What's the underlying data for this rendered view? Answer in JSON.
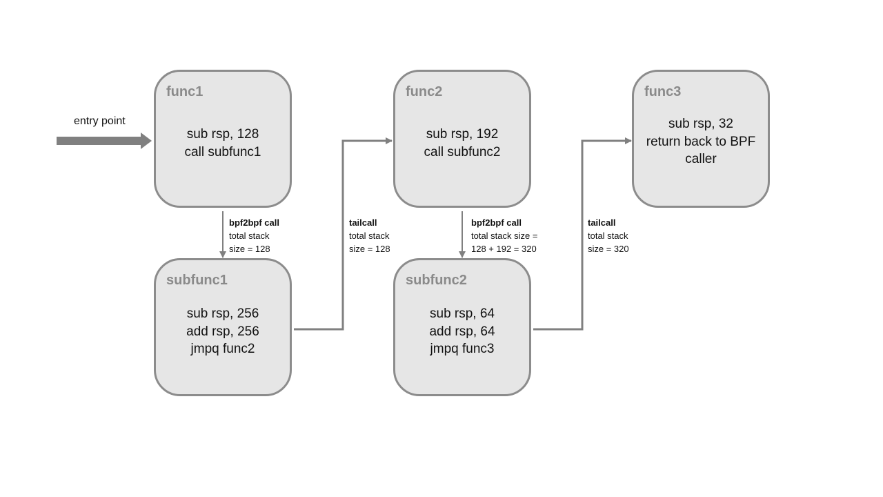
{
  "entry_label": "entry point",
  "boxes": {
    "func1": {
      "title": "func1",
      "lines": [
        "sub rsp, 128",
        "call subfunc1"
      ]
    },
    "subfunc1": {
      "title": "subfunc1",
      "lines": [
        "sub rsp, 256",
        "add rsp, 256",
        "jmpq func2"
      ]
    },
    "func2": {
      "title": "func2",
      "lines": [
        "sub rsp, 192",
        "call subfunc2"
      ]
    },
    "subfunc2": {
      "title": "subfunc2",
      "lines": [
        "sub rsp, 64",
        "add rsp, 64",
        "jmpq func3"
      ]
    },
    "func3": {
      "title": "func3",
      "lines": [
        "sub rsp, 32",
        "return back to BPF",
        "caller"
      ]
    }
  },
  "edges": {
    "call1": {
      "kind": "bpf2bpf call",
      "lines": [
        "total stack",
        "size = 128"
      ]
    },
    "tail1": {
      "kind": "tailcall",
      "lines": [
        "total stack",
        "size = 128"
      ]
    },
    "call2": {
      "kind": "bpf2bpf call",
      "lines": [
        "total stack size =",
        "128 + 192 = 320"
      ]
    },
    "tail2": {
      "kind": "tailcall",
      "lines": [
        "total stack",
        "size = 320"
      ]
    }
  },
  "colors": {
    "box_fill": "#e6e6e6",
    "box_border": "#8c8c8c",
    "connector": "#808080",
    "title": "#8a8a8a"
  }
}
